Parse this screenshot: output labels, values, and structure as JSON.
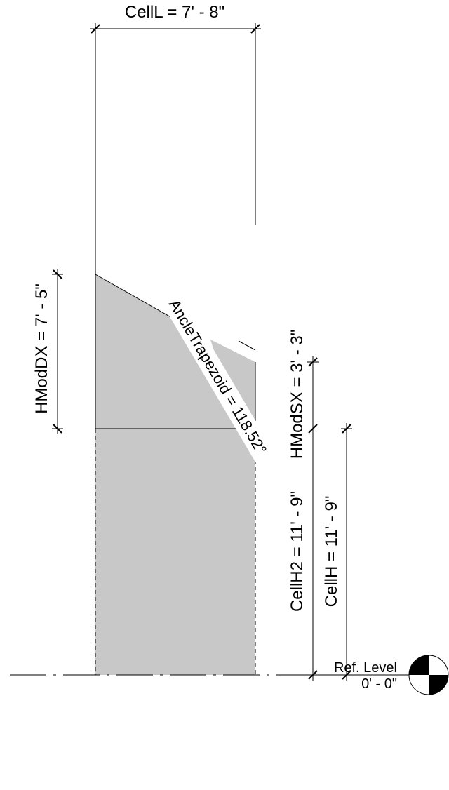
{
  "dimensions": {
    "cell_l": "CellL = 7' - 8\"",
    "hmod_dx": "HModDX = 7' - 5\"",
    "hmod_sx": "HModSX = 3' - 3\"",
    "angle_trapezoid": "AncleTrapezoid = 118.52°",
    "cell_h2": "CellH2 = 11' - 9\"",
    "cell_h": "CellH = 11' - 9\""
  },
  "ref_level": {
    "name": "Ref. Level",
    "elevation": "0' - 0\""
  },
  "colors": {
    "line": "#000000",
    "fill": "#c8c8c8",
    "background": "#ffffff"
  }
}
